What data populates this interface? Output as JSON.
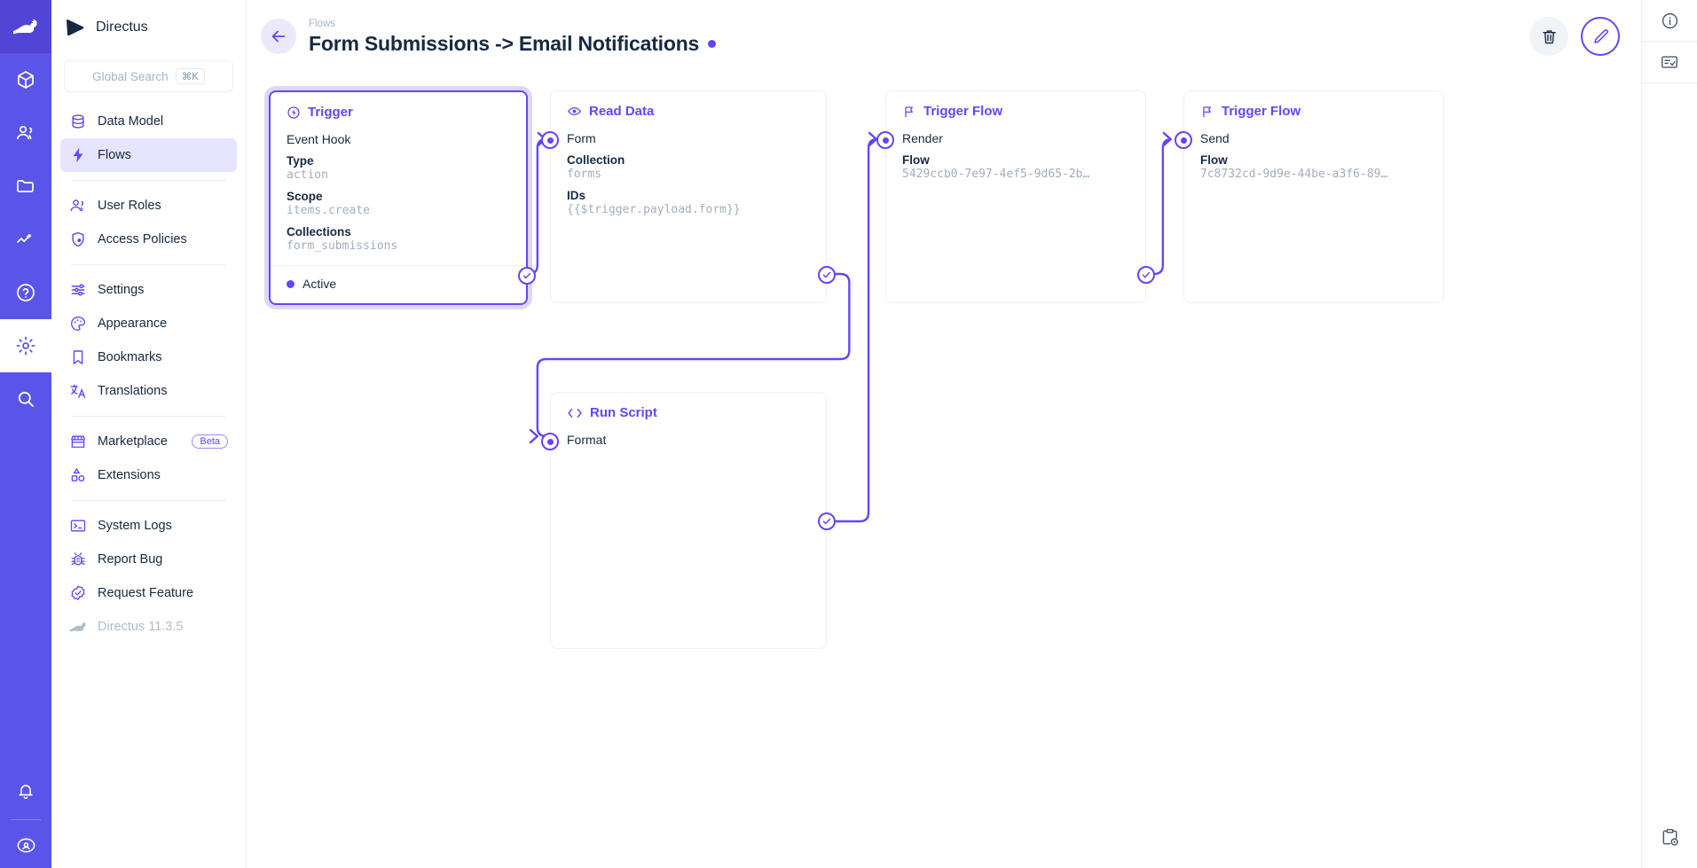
{
  "brand": {
    "name": "Directus",
    "logo_icon": "directus-rabbit-logo"
  },
  "modulebar": {
    "items": [
      {
        "name": "directus-logo",
        "icon": "rabbit-icon",
        "active": true
      },
      {
        "name": "content",
        "icon": "box-icon",
        "active": false
      },
      {
        "name": "user-directory",
        "icon": "people-icon",
        "active": false
      },
      {
        "name": "file-library",
        "icon": "folder-icon",
        "active": false
      },
      {
        "name": "insights",
        "icon": "analytics-icon",
        "active": false
      },
      {
        "name": "docs",
        "icon": "help-circle-icon",
        "active": false
      },
      {
        "name": "settings",
        "icon": "gear-icon",
        "active": false,
        "inverted": true
      },
      {
        "name": "search",
        "icon": "magnifier-icon",
        "active": false
      }
    ],
    "bottom_items": [
      {
        "name": "notifications",
        "icon": "bell-icon"
      },
      {
        "name": "user-account",
        "icon": "account-circle-icon"
      }
    ]
  },
  "search": {
    "placeholder": "Global Search",
    "shortcut": "⌘K"
  },
  "sidebar": {
    "groups": [
      {
        "items": [
          {
            "label": "Data Model",
            "icon": "database-icon",
            "active": false
          },
          {
            "label": "Flows",
            "icon": "bolt-icon",
            "active": true
          }
        ]
      },
      {
        "items": [
          {
            "label": "User Roles",
            "icon": "people-icon",
            "active": false
          },
          {
            "label": "Access Policies",
            "icon": "shield-lock-icon",
            "active": false
          }
        ]
      },
      {
        "items": [
          {
            "label": "Settings",
            "icon": "sliders-icon",
            "active": false
          },
          {
            "label": "Appearance",
            "icon": "palette-icon",
            "active": false
          },
          {
            "label": "Bookmarks",
            "icon": "bookmark-icon",
            "active": false
          },
          {
            "label": "Translations",
            "icon": "translate-icon",
            "active": false
          }
        ]
      },
      {
        "items": [
          {
            "label": "Marketplace",
            "icon": "store-icon",
            "active": false,
            "badge": "Beta"
          },
          {
            "label": "Extensions",
            "icon": "extensions-icon",
            "active": false
          }
        ]
      },
      {
        "items": [
          {
            "label": "System Logs",
            "icon": "terminal-icon",
            "active": false
          },
          {
            "label": "Report Bug",
            "icon": "bug-icon",
            "active": false
          },
          {
            "label": "Request Feature",
            "icon": "check-badge-icon",
            "active": false
          },
          {
            "label": "Directus 11.3.5",
            "icon": "rabbit-icon",
            "active": false,
            "muted": true
          }
        ]
      }
    ]
  },
  "header": {
    "breadcrumb": "Flows",
    "title": "Form Submissions -> Email Notifications",
    "status_dot_color": "#6644ff",
    "back_icon": "arrow-left-icon",
    "actions": [
      {
        "name": "delete-flow-button",
        "icon": "trash-icon"
      },
      {
        "name": "edit-flow-button",
        "icon": "pencil-icon"
      }
    ]
  },
  "rightrail": {
    "items": [
      {
        "name": "flow-info",
        "icon": "info-circle-icon"
      },
      {
        "name": "flow-logs",
        "icon": "list-check-icon"
      }
    ],
    "bottom_items": [
      {
        "name": "visual-editor",
        "icon": "clipboard-eye-icon"
      }
    ]
  },
  "flow": {
    "accent": "#6644ff",
    "nodes": [
      {
        "id": "trigger",
        "kind": "trigger",
        "title": "Trigger",
        "icon": "trigger-bolt-circle-icon",
        "subtitle": "Event Hook",
        "selected": true,
        "fields": [
          {
            "label": "Type",
            "value": "action"
          },
          {
            "label": "Scope",
            "value": "items.create"
          },
          {
            "label": "Collections",
            "value": "form_submissions"
          }
        ],
        "footer_status": "Active"
      },
      {
        "id": "read-data",
        "kind": "operation",
        "title": "Read Data",
        "icon": "eye-icon",
        "subtitle": "Form",
        "selected": false,
        "fields": [
          {
            "label": "Collection",
            "value": "forms"
          },
          {
            "label": "IDs",
            "value": "{{$trigger.payload.form}}"
          }
        ]
      },
      {
        "id": "run-script",
        "kind": "operation",
        "title": "Run Script",
        "icon": "code-brackets-icon",
        "subtitle": "Format",
        "selected": false,
        "fields": []
      },
      {
        "id": "trigger-flow-render",
        "kind": "operation",
        "title": "Trigger Flow",
        "icon": "flag-icon",
        "subtitle": "Render",
        "selected": false,
        "fields": [
          {
            "label": "Flow",
            "value": "5429ccb0-7e97-4ef5-9d65-2b…"
          }
        ]
      },
      {
        "id": "trigger-flow-send",
        "kind": "operation",
        "title": "Trigger Flow",
        "icon": "flag-icon",
        "subtitle": "Send",
        "selected": false,
        "fields": [
          {
            "label": "Flow",
            "value": "7c8732cd-9d9e-44be-a3f6-89…"
          }
        ]
      }
    ]
  }
}
